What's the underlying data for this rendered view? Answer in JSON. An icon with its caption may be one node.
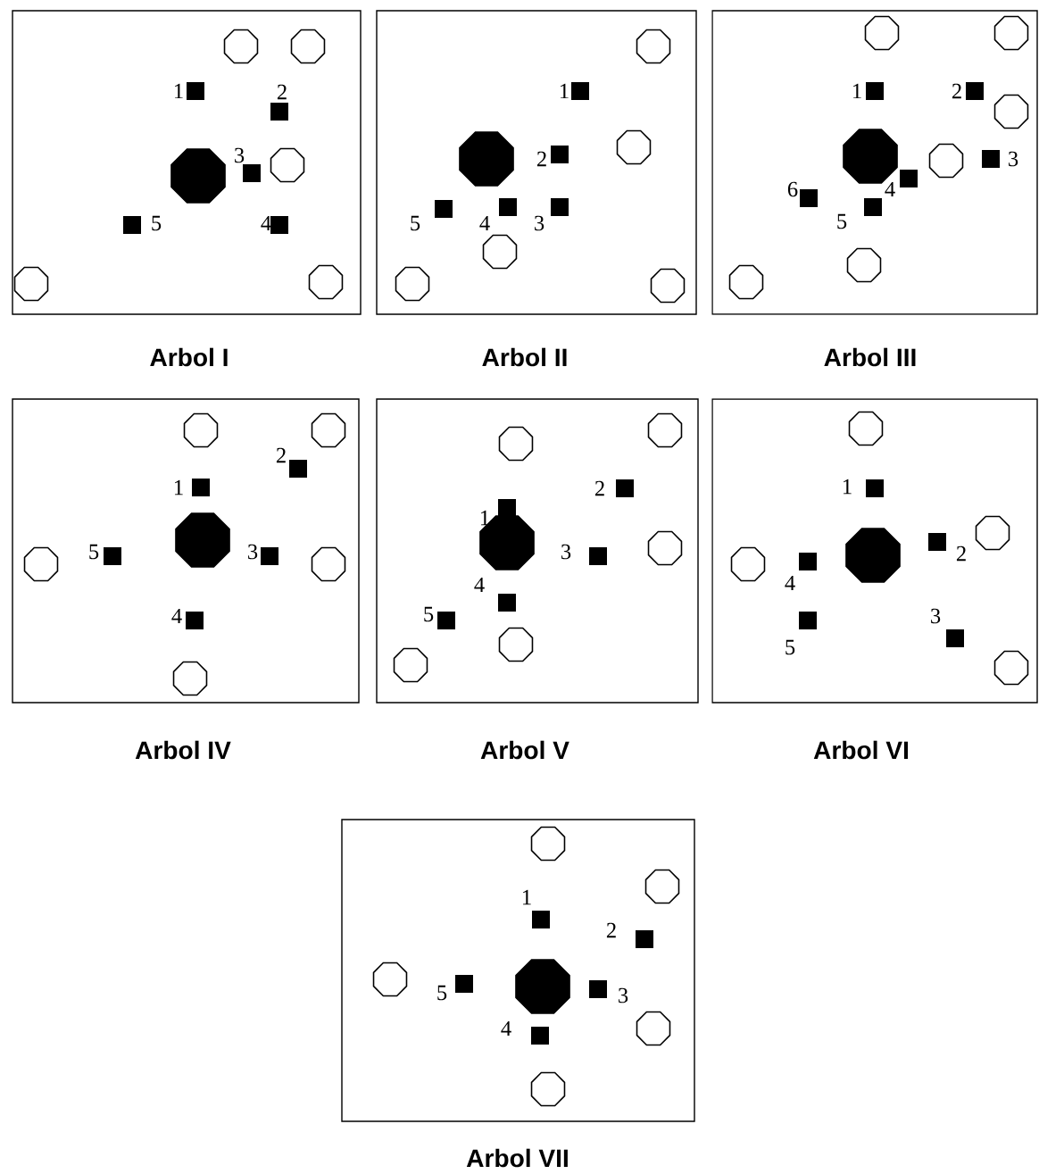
{
  "diagram": {
    "nodes": [
      {
        "text": [
          "Arbol I"
        ]
      },
      {
        "text": [
          "Arbol II"
        ]
      },
      {
        "text": [
          "Arbol III"
        ]
      },
      {
        "text": [
          "Arbol IV"
        ]
      },
      {
        "text": [
          "Arbol V"
        ]
      },
      {
        "text": [
          "Arbol VI"
        ]
      },
      {
        "text": [
          "Arbol VII"
        ]
      }
    ],
    "labels": [
      "1",
      "2",
      "3",
      "4",
      "5",
      "1",
      "2",
      "3",
      "4",
      "5",
      "1",
      "2",
      "3",
      "4",
      "5",
      "6",
      "1",
      "2",
      "3",
      "4",
      "5",
      "1",
      "2",
      "3",
      "4",
      "5",
      "1",
      "2",
      "3",
      "4",
      "5",
      "1",
      "2",
      "3",
      "4",
      "5"
    ]
  }
}
